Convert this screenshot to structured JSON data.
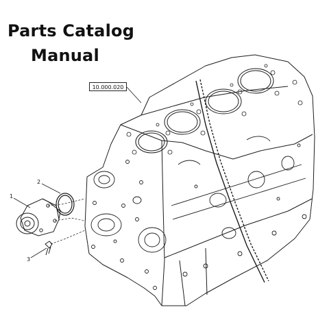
{
  "title": {
    "line1": "Parts Catalog",
    "line2": "Manual"
  },
  "drawing": {
    "reference_label": "10.000.020",
    "callouts": [
      "1",
      "2",
      "3"
    ]
  }
}
